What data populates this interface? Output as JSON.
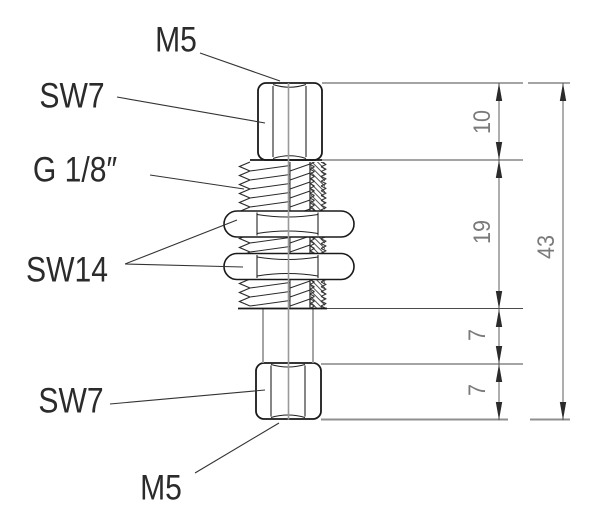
{
  "drawing": {
    "part_labels": {
      "m5_top": "M5",
      "sw7_top": "SW7",
      "g_thread": "G 1/8″",
      "sw14": "SW14",
      "sw7_bottom": "SW7",
      "m5_bottom": "M5"
    },
    "dimensions": {
      "top_hex_length": "10",
      "thread_length": "19",
      "shaft_length": "7",
      "bottom_hex_length": "7",
      "overall_length": "43"
    },
    "colors": {
      "background": "#ffffff",
      "outline": "#1a1a1a",
      "thin_line": "#2b2b2b",
      "center_gray": "#9a9a9a",
      "extension_gray": "#8f8f8f",
      "dimension_line": "#5c5c5c",
      "dimension_text": "#7a7a7a",
      "label_text": "#2b2b2b"
    }
  }
}
